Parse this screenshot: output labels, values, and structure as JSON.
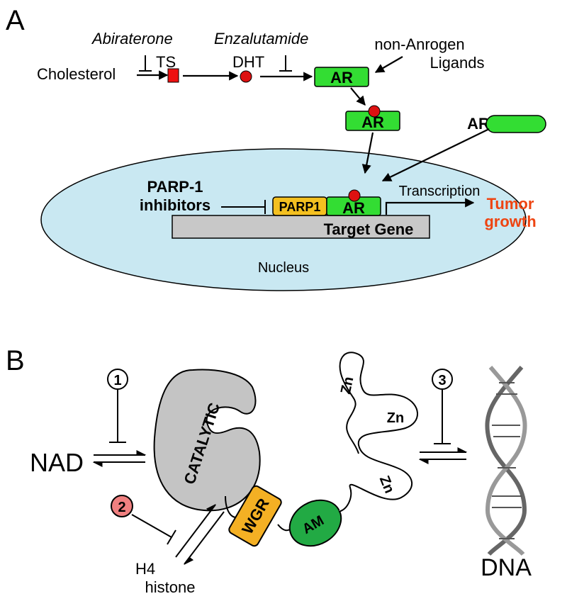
{
  "panel_a": {
    "letter": "A",
    "abiraterone": "Abiraterone",
    "enzalutamide": "Enzalutamide",
    "ts": "TS",
    "dht": "DHT",
    "cholesterol": "Cholesterol",
    "non_androgen": [
      "non-Anrogen",
      "Ligands"
    ],
    "ar": "AR",
    "ar_dlbd": "AR-∆LBD",
    "parp_inhibitors": [
      "PARP-1",
      "inhibitors"
    ],
    "parp1": "PARP1",
    "transcription": "Transcription",
    "tumor_growth": [
      "Tumor",
      "growth"
    ],
    "target_gene": "Target Gene",
    "nucleus": "Nucleus"
  },
  "panel_b": {
    "letter": "B",
    "markers": [
      "1",
      "2",
      "3"
    ],
    "nad": "NAD",
    "catalytic": "CATALYTIC",
    "wgr": "WGR",
    "am": "AM",
    "zn": "Zn",
    "h4_histone": [
      "H4",
      "histone"
    ],
    "dna": "DNA"
  },
  "colors": {
    "ar_green": "#33dd33",
    "nucleus_blue": "#c9e8f2",
    "ts_red": "#ee1111",
    "ligand_red": "#dd1111",
    "parp_yellow": "#f4c020",
    "target_gray": "#c8c8c8",
    "tumor_red": "#ee4411",
    "catalytic_gray": "#c4c4c4",
    "wgr_orange": "#f4b024",
    "am_green": "#22aa44",
    "marker2_pink": "#f08080"
  }
}
